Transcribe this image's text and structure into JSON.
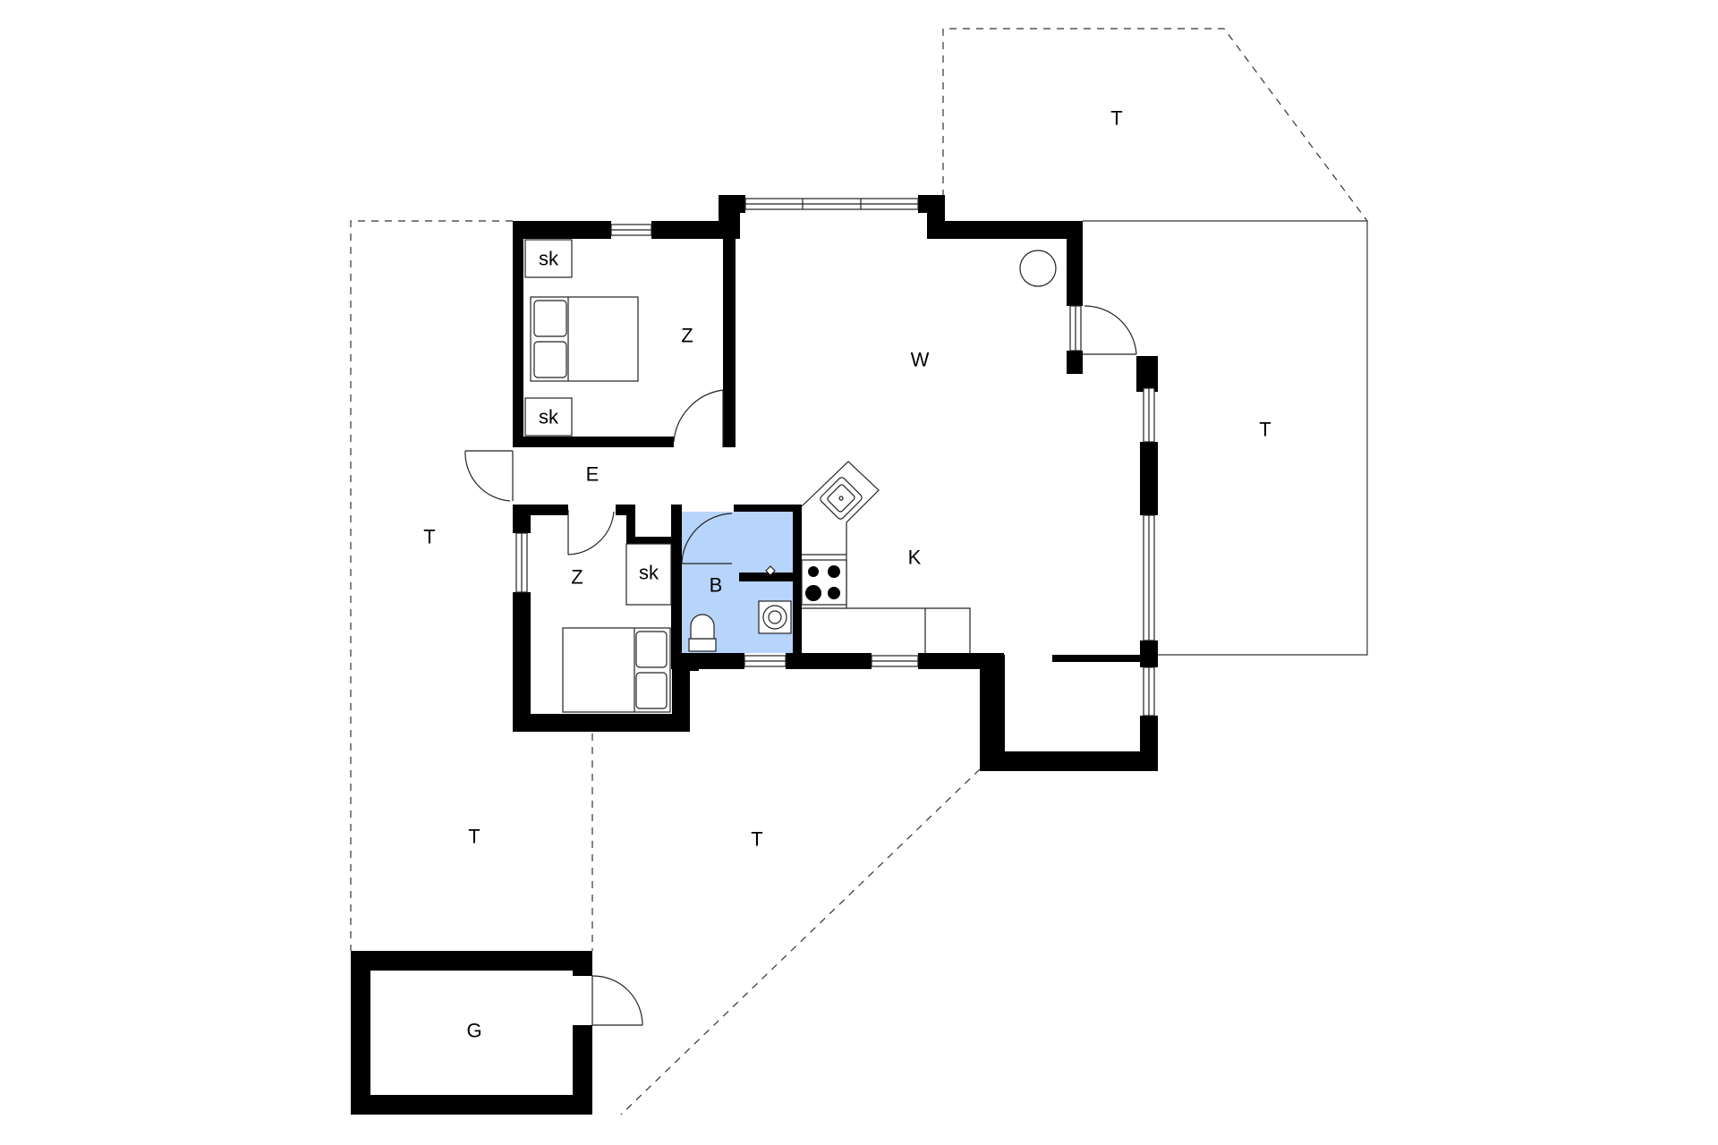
{
  "colors": {
    "wall": "#000000",
    "bathroom": "#b7d4fb",
    "line": "#222222",
    "background": "#ffffff"
  },
  "rooms": {
    "terrace_top": "T",
    "terrace_right": "T",
    "terrace_left": "T",
    "terrace_bottom_left": "T",
    "terrace_bottom_mid": "T",
    "living": "W",
    "kitchen": "K",
    "bedroom_1": "Z",
    "bedroom_2": "Z",
    "entrance": "E",
    "bathroom": "B",
    "wardrobe_1": "sk",
    "wardrobe_2": "sk",
    "wardrobe_3": "sk",
    "garage": "G"
  },
  "icons": [
    "door-swing-icon",
    "window-icon",
    "bed-icon",
    "stove-icon",
    "sink-icon",
    "toilet-icon",
    "washbasin-icon",
    "stove-heater-icon"
  ]
}
